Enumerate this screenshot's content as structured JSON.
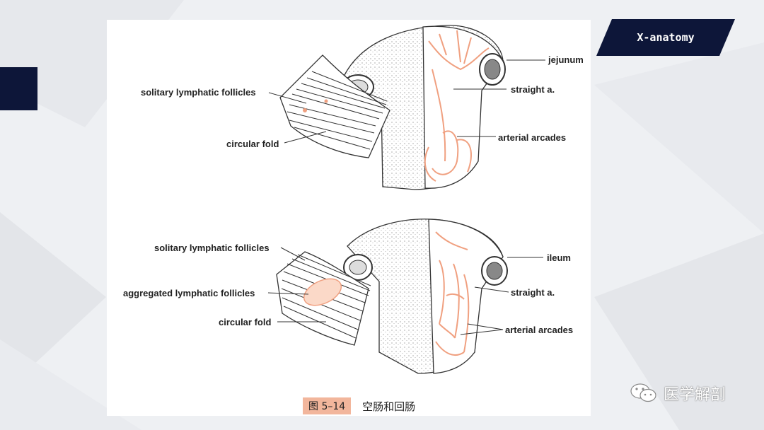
{
  "tag": {
    "text": "X-anatomy"
  },
  "figure": {
    "top_labels": {
      "solitary": "solitary lymphatic follicles",
      "circular": "circular fold",
      "jejunum": "jejunum",
      "straight": "straight a.",
      "arcades": "arterial arcades"
    },
    "bottom_labels": {
      "solitary": "solitary lymphatic follicles",
      "aggregated": "aggregated lymphatic follicles",
      "circular": "circular fold",
      "ileum": "ileum",
      "straight": "straight a.",
      "arcades": "arterial arcades"
    },
    "caption": {
      "number": "图 5–14",
      "title": "空肠和回肠"
    }
  },
  "watermark": {
    "text": "医学解剖",
    "icon": "wechat-icon"
  },
  "colors": {
    "navy": "#0d1639",
    "artery": "#f0a080",
    "caption_bg": "#f2b69c"
  }
}
